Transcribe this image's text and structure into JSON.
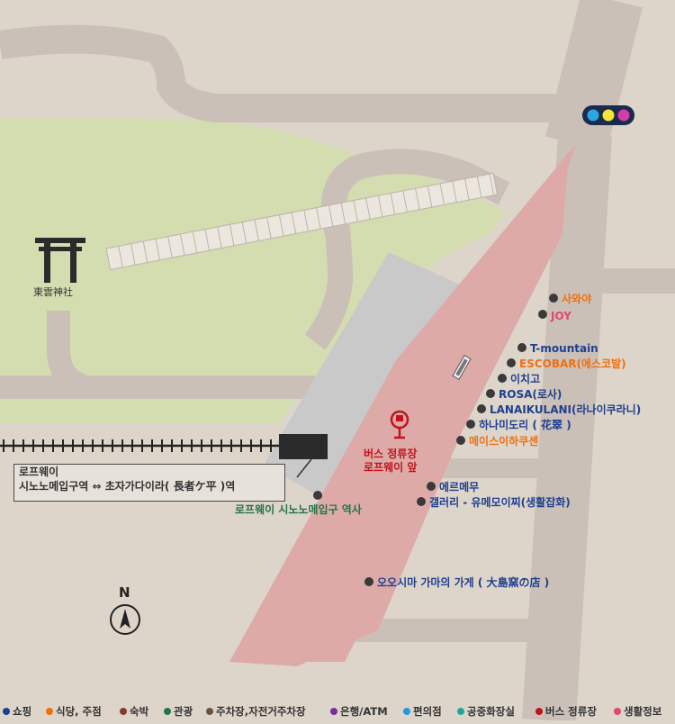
{
  "shrine": {
    "label": "東雲神社",
    "icon": "torii-icon"
  },
  "ropeway": {
    "line1": "로프웨이",
    "line2": "시노노메입구역 ⇔ 초자가다이라( 長者ケ平 )역"
  },
  "station_label": "로프웨이 시노노메입구 역사",
  "bus_stop": {
    "line1": "버스 정류장",
    "line2": "로프웨이 앞",
    "icon": "bus-stop-icon"
  },
  "compass_label": "N",
  "traffic_light_icon": "traffic-light-icon",
  "places": [
    {
      "label": "사와야",
      "category": "food"
    },
    {
      "label": "JOY",
      "category": "life"
    },
    {
      "label": "T-mountain",
      "category": "shop"
    },
    {
      "label": "ESCOBAR(에스코발)",
      "category": "food"
    },
    {
      "label": "이치고",
      "category": "shop"
    },
    {
      "label": "ROSA(로사)",
      "category": "shop"
    },
    {
      "label": "LANAIKULANI(라나이쿠라니)",
      "category": "shop"
    },
    {
      "label": "하나미도리 ( 花翠 )",
      "category": "shop"
    },
    {
      "label": "메이스이하쿠센",
      "category": "food"
    },
    {
      "label": "에르메무",
      "category": "shop"
    },
    {
      "label": "갤러리 - 유메모이찌(생활잡화)",
      "category": "shop"
    },
    {
      "label": "오오시마 가마의 가게 ( 大島窯の店 )",
      "category": "shop"
    }
  ],
  "legend": [
    {
      "label": "쇼핑",
      "color": "#1f3f8f"
    },
    {
      "label": "식당, 주점",
      "color": "#ee7011"
    },
    {
      "label": "숙박",
      "color": "#8a3a2a"
    },
    {
      "label": "관광",
      "color": "#23744a"
    },
    {
      "label": "주차장,자전거주차장",
      "color": "#6b5344"
    },
    {
      "label": "은행/ATM",
      "color": "#7a2da0"
    },
    {
      "label": "편의점",
      "color": "#1e9bd8"
    },
    {
      "label": "공중화장실",
      "color": "#1ea89a"
    },
    {
      "label": "버스 정류장",
      "color": "#c0141c"
    },
    {
      "label": "생활정보",
      "color": "#e0486c"
    }
  ],
  "colors": {
    "background": "#ddd5ca",
    "road": "#cbc0b8",
    "main_road": "#ddaaa8",
    "park": "#d4ddb0",
    "station": "#c9c9c9"
  }
}
